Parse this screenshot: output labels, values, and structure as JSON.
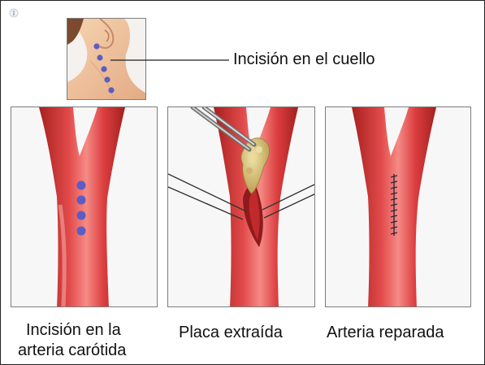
{
  "neck": {
    "label": "Incisión en el cuello"
  },
  "panels": [
    {
      "caption": [
        "Incisión en la",
        "arteria carótida"
      ]
    },
    {
      "caption": [
        "Placa extraída"
      ]
    },
    {
      "caption": [
        "Arteria reparada"
      ]
    }
  ],
  "colors": {
    "artery": "#d7393b",
    "artery_dark": "#a7201f",
    "highlight": "#f28a85",
    "dots": "#5c5cc4",
    "plaque": "#d8c37c",
    "skin": "#f3cba4"
  },
  "icons": [
    "info-icon",
    "forceps-icon",
    "retractor-icon",
    "suture-icon"
  ]
}
